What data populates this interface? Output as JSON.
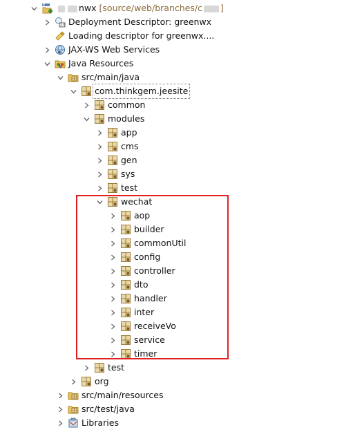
{
  "colors": {
    "highlight": "#e02020",
    "package_brown": "#9c7a3c",
    "package_light": "#e9d9a8",
    "folder_yellow": "#e8c15a"
  },
  "tree": [
    {
      "label": "nwx",
      "suffix": "[source/web/branches/c",
      "level": 0,
      "state": "open",
      "icon": "web-project-icon"
    },
    {
      "label": "Deployment Descriptor: greenwx",
      "level": 1,
      "state": "closed",
      "icon": "deployment-descriptor-icon"
    },
    {
      "label": "Loading descriptor for greenwx....",
      "level": 1,
      "state": "none",
      "icon": "loading-icon"
    },
    {
      "label": "JAX-WS Web Services",
      "level": 1,
      "state": "closed",
      "icon": "web-services-icon"
    },
    {
      "label": "Java Resources",
      "level": 1,
      "state": "open",
      "icon": "java-resources-icon"
    },
    {
      "label": "src/main/java",
      "level": 2,
      "state": "open",
      "icon": "source-folder-icon"
    },
    {
      "label": "com.thinkgem.jeesite",
      "level": 3,
      "state": "open",
      "icon": "package-icon",
      "selected": true
    },
    {
      "label": "common",
      "level": 4,
      "state": "closed",
      "icon": "package-icon"
    },
    {
      "label": "modules",
      "level": 4,
      "state": "open",
      "icon": "package-icon"
    },
    {
      "label": "app",
      "level": 5,
      "state": "closed",
      "icon": "package-icon"
    },
    {
      "label": "cms",
      "level": 5,
      "state": "closed",
      "icon": "package-icon"
    },
    {
      "label": "gen",
      "level": 5,
      "state": "closed",
      "icon": "package-icon"
    },
    {
      "label": "sys",
      "level": 5,
      "state": "closed",
      "icon": "package-icon"
    },
    {
      "label": "test",
      "level": 5,
      "state": "closed",
      "icon": "package-icon"
    },
    {
      "label": "wechat",
      "level": 5,
      "state": "open",
      "icon": "package-icon"
    },
    {
      "label": "aop",
      "level": 6,
      "state": "closed",
      "icon": "package-icon"
    },
    {
      "label": "builder",
      "level": 6,
      "state": "closed",
      "icon": "package-icon"
    },
    {
      "label": "commonUtil",
      "level": 6,
      "state": "closed",
      "icon": "package-icon"
    },
    {
      "label": "config",
      "level": 6,
      "state": "closed",
      "icon": "package-icon"
    },
    {
      "label": "controller",
      "level": 6,
      "state": "closed",
      "icon": "package-icon"
    },
    {
      "label": "dto",
      "level": 6,
      "state": "closed",
      "icon": "package-icon"
    },
    {
      "label": "handler",
      "level": 6,
      "state": "closed",
      "icon": "package-icon"
    },
    {
      "label": "inter",
      "level": 6,
      "state": "closed",
      "icon": "package-icon"
    },
    {
      "label": "receiveVo",
      "level": 6,
      "state": "closed",
      "icon": "package-icon"
    },
    {
      "label": "service",
      "level": 6,
      "state": "closed",
      "icon": "package-icon"
    },
    {
      "label": "timer",
      "level": 6,
      "state": "closed",
      "icon": "package-icon"
    },
    {
      "label": "test",
      "level": 4,
      "state": "closed",
      "icon": "package-icon"
    },
    {
      "label": "org",
      "level": 3,
      "state": "closed",
      "icon": "package-icon"
    },
    {
      "label": "src/main/resources",
      "level": 2,
      "state": "closed",
      "icon": "source-folder-icon"
    },
    {
      "label": "src/test/java",
      "level": 2,
      "state": "closed",
      "icon": "source-folder-icon"
    },
    {
      "label": "Libraries",
      "level": 2,
      "state": "closed",
      "icon": "libraries-icon"
    }
  ]
}
